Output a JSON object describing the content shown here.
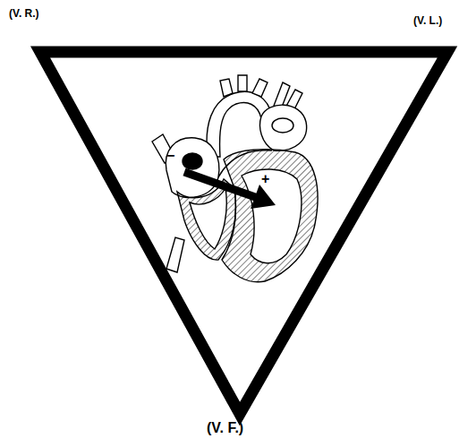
{
  "diagram": {
    "labels": [
      "(V. R.)",
      "(V. L.)",
      "(V. F.)",
      "−",
      "+"
    ]
  }
}
